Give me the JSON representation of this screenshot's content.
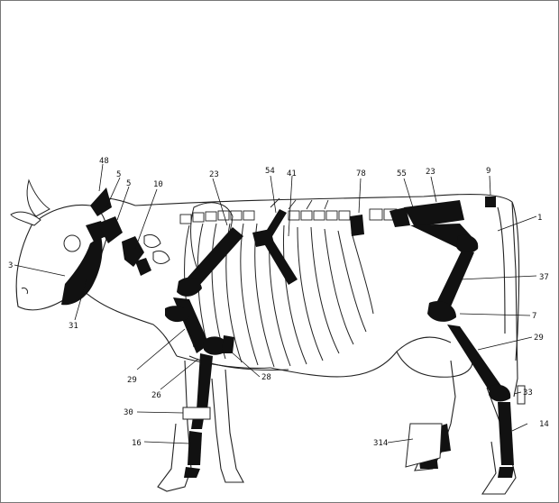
{
  "diagram": {
    "callouts": [
      {
        "id": "c48",
        "text": "48"
      },
      {
        "id": "c5a",
        "text": "5"
      },
      {
        "id": "c5b",
        "text": "5"
      },
      {
        "id": "c10",
        "text": "10"
      },
      {
        "id": "c23a",
        "text": "23"
      },
      {
        "id": "c54",
        "text": "54"
      },
      {
        "id": "c41",
        "text": "41"
      },
      {
        "id": "c78",
        "text": "78"
      },
      {
        "id": "c55",
        "text": "55"
      },
      {
        "id": "c23b",
        "text": "23"
      },
      {
        "id": "c9",
        "text": "9"
      },
      {
        "id": "c1",
        "text": "1"
      },
      {
        "id": "c3",
        "text": "3"
      },
      {
        "id": "c31",
        "text": "31"
      },
      {
        "id": "c37",
        "text": "37"
      },
      {
        "id": "c7",
        "text": "7"
      },
      {
        "id": "c29a",
        "text": "29"
      },
      {
        "id": "c29b",
        "text": "29"
      },
      {
        "id": "c26",
        "text": "26"
      },
      {
        "id": "c28",
        "text": "28"
      },
      {
        "id": "c33",
        "text": "33"
      },
      {
        "id": "c30",
        "text": "30"
      },
      {
        "id": "c14",
        "text": "14"
      },
      {
        "id": "c314",
        "text": "314"
      },
      {
        "id": "c16",
        "text": "16"
      }
    ]
  }
}
